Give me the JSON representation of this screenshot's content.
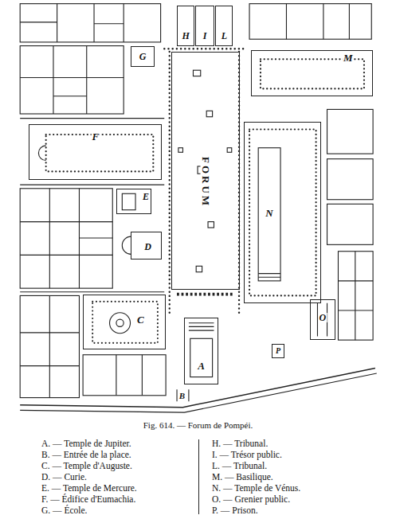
{
  "diagram": {
    "caption": "Fig. 614. — Forum de Pompéi.",
    "nodes": [
      {
        "text": [
          "H"
        ]
      },
      {
        "text": [
          "I"
        ]
      },
      {
        "text": [
          "L"
        ]
      },
      {
        "text": [
          "G"
        ]
      },
      {
        "text": [
          "M"
        ]
      },
      {
        "text": [
          "F"
        ]
      },
      {
        "text": [
          "FORUM"
        ]
      },
      {
        "text": [
          "N"
        ]
      },
      {
        "text": [
          "E"
        ]
      },
      {
        "text": [
          "D"
        ]
      },
      {
        "text": [
          "C"
        ]
      },
      {
        "text": [
          "O"
        ]
      },
      {
        "text": [
          "A"
        ]
      },
      {
        "text": [
          "P"
        ]
      }
    ],
    "labels": [
      "B"
    ],
    "legend": [
      {
        "text": "A. — Temple de Jupiter."
      },
      {
        "text": "B. — Entrée de la place."
      },
      {
        "text": "C. — Temple d'Auguste."
      },
      {
        "text": "D. — Curie."
      },
      {
        "text": "E. — Temple de Mercure."
      },
      {
        "text": "F. — Édifice d'Eumachia."
      },
      {
        "text": "G. — École."
      },
      {
        "text": "H. — Tribunal."
      },
      {
        "text": "I. — Trésor public."
      },
      {
        "text": "L. — Tribunal."
      },
      {
        "text": "M. — Basilique."
      },
      {
        "text": "N. — Temple de Vénus."
      },
      {
        "text": "O. — Grenier public."
      },
      {
        "text": "P. — Prison."
      }
    ]
  }
}
